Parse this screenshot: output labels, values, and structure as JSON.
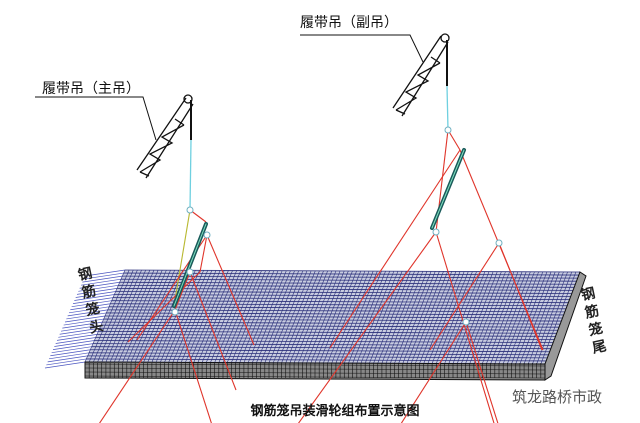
{
  "labels": {
    "aux_crane": "履带吊（副吊）",
    "main_crane": "履带吊（主吊）",
    "cage_head": "钢筋笼头",
    "cage_tail": "钢筋笼尾"
  },
  "title": "钢筋笼吊装滑轮组布置示意图",
  "watermark": "筑龙路桥市政",
  "colors": {
    "cage": "#2a2f7a",
    "sling": "#e0352b",
    "hook_rope": "#6fd0e0",
    "spreader": "#1a5a5a"
  }
}
